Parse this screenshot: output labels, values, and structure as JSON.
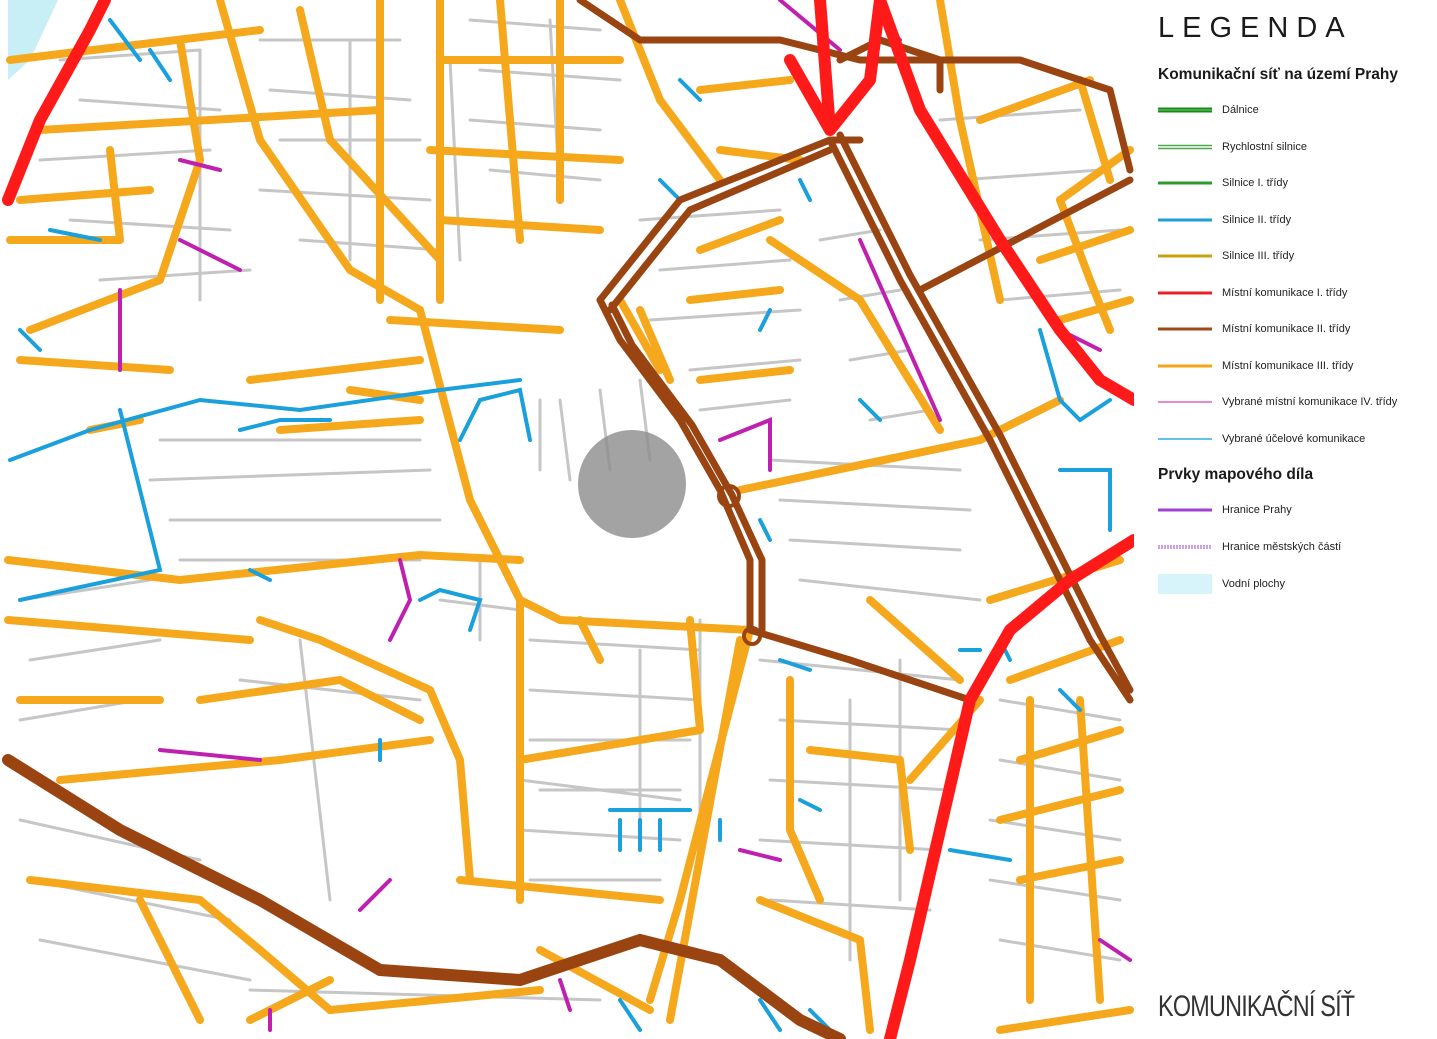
{
  "legend": {
    "title": "LEGENDA",
    "section_network": "Komunikační síť na území Prahy",
    "network_items": [
      {
        "label": "Dálnice",
        "style": "double",
        "color": "#1a8a1a",
        "color2": "#50b450"
      },
      {
        "label": "Rychlostní silnice",
        "style": "thin-double",
        "color": "#4fa84f"
      },
      {
        "label": "Silnice I. třídy",
        "style": "line",
        "color": "#2e9a2e"
      },
      {
        "label": "Silnice II. třídy",
        "style": "line",
        "color": "#1f9fd8"
      },
      {
        "label": "Silnice III. třídy",
        "style": "line",
        "color": "#c8a010"
      },
      {
        "label": "Místní komunikace I. třídy",
        "style": "line",
        "color": "#e8202a"
      },
      {
        "label": "Místní komunikace II. třídy",
        "style": "line",
        "color": "#9c4a1a"
      },
      {
        "label": "Místní komunikace III. třídy",
        "style": "line",
        "color": "#f5a41a"
      },
      {
        "label": "Vybrané místní komunikace IV. třídy",
        "style": "thin",
        "color": "#e060c0"
      },
      {
        "label": "Vybrané účelové komunikace",
        "style": "thin",
        "color": "#30b0e0"
      }
    ],
    "section_map": "Prvky mapového díla",
    "map_items": [
      {
        "label": "Hranice Prahy",
        "style": "line",
        "color": "#a040d0"
      },
      {
        "label": "Hranice městských částí",
        "style": "dashed",
        "color": "#d0a0e8"
      },
      {
        "label": "Vodní plochy",
        "style": "fill",
        "color": "#d6f4fa"
      }
    ]
  },
  "footer_title": "KOMUNIKAČNÍ SÍŤ",
  "colors": {
    "local_i": "#ff1a1a",
    "local_ii": "#9a4412",
    "local_iii": "#f5a81c",
    "purpose": "#1aa0dc",
    "local_iv": "#c020b0",
    "minor": "#c8c8c8",
    "water": "#c8eef6",
    "highlight": "#8c8c8c"
  }
}
